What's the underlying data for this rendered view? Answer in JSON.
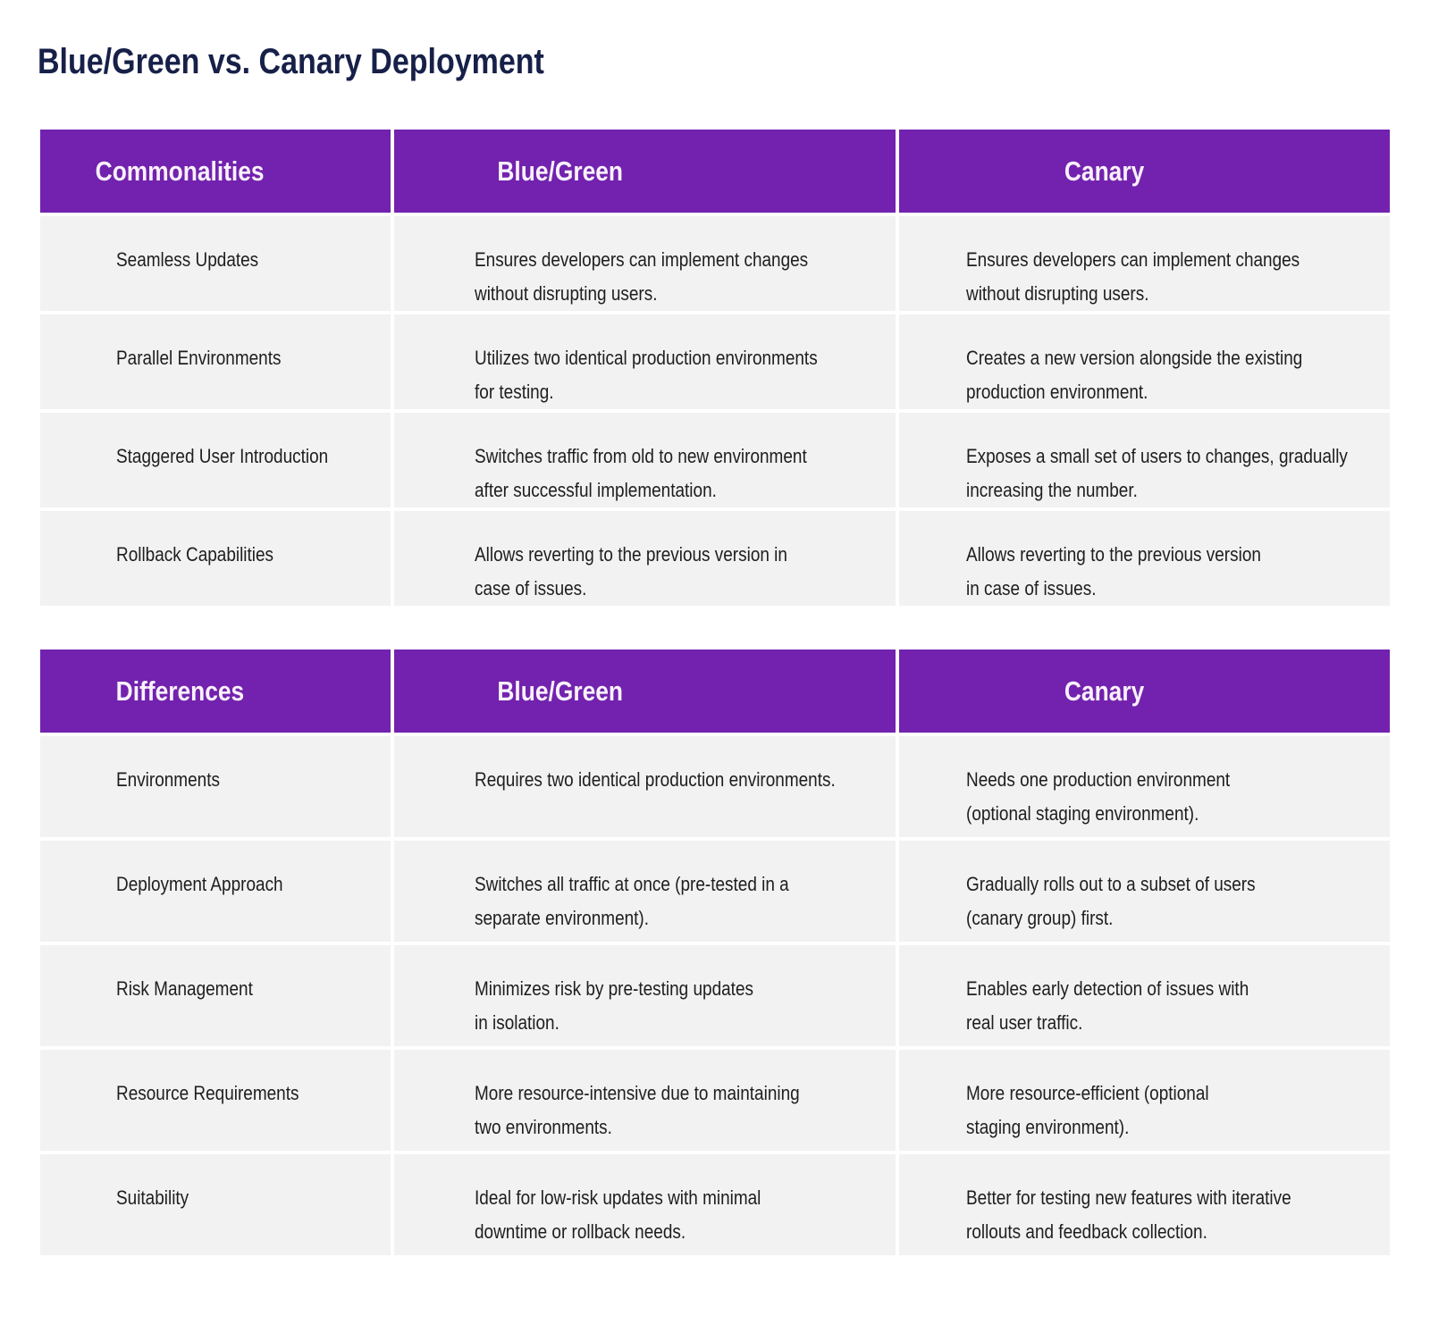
{
  "title": "Blue/Green vs. Canary Deployment",
  "theme": {
    "header_bg": "#7222AE",
    "header_text": "#F9F1FB",
    "row_bg": "#F2F2F3",
    "body_text": "#1E1E1E",
    "title_color": "#172048",
    "page_bg": "#FFFFFF"
  },
  "tables": [
    {
      "columns": [
        "Commonalities",
        "Blue/Green",
        "Canary"
      ],
      "rows": [
        {
          "label": "Seamless Updates",
          "bluegreen": "Ensures developers can implement changes\nwithout disrupting users.",
          "canary": "Ensures developers can implement changes\nwithout disrupting users."
        },
        {
          "label": "Parallel Environments",
          "bluegreen": "Utilizes two identical production environments\nfor testing.",
          "canary": "Creates a new version alongside the existing\nproduction environment."
        },
        {
          "label": "Staggered User Introduction",
          "bluegreen": "Switches traffic from old to new environment\nafter successful implementation.",
          "canary": "Exposes a small set of users to changes, gradually\nincreasing the number."
        },
        {
          "label": "Rollback Capabilities",
          "bluegreen": "Allows reverting to the previous version in\ncase of issues.",
          "canary": "Allows reverting to the previous version\nin case of issues."
        }
      ]
    },
    {
      "columns": [
        "Differences",
        "Blue/Green",
        "Canary"
      ],
      "rows": [
        {
          "label": "Environments",
          "bluegreen": "Requires two identical production environments.",
          "canary": "Needs one production environment\n(optional staging environment)."
        },
        {
          "label": "Deployment Approach",
          "bluegreen": "Switches all traffic at once (pre-tested in a\nseparate environment).",
          "canary": "Gradually rolls out to a subset of users\n(canary group) first."
        },
        {
          "label": "Risk Management",
          "bluegreen": "Minimizes risk by pre-testing updates\nin isolation.",
          "canary": "Enables early detection of issues with\nreal user traffic."
        },
        {
          "label": "Resource Requirements",
          "bluegreen": "More resource-intensive due to maintaining\ntwo environments.",
          "canary": "More resource-efficient (optional\nstaging environment)."
        },
        {
          "label": "Suitability",
          "bluegreen": "Ideal for low-risk updates with minimal\ndowntime or rollback needs.",
          "canary": "Better for testing new features with iterative\nrollouts and feedback collection."
        }
      ]
    }
  ]
}
